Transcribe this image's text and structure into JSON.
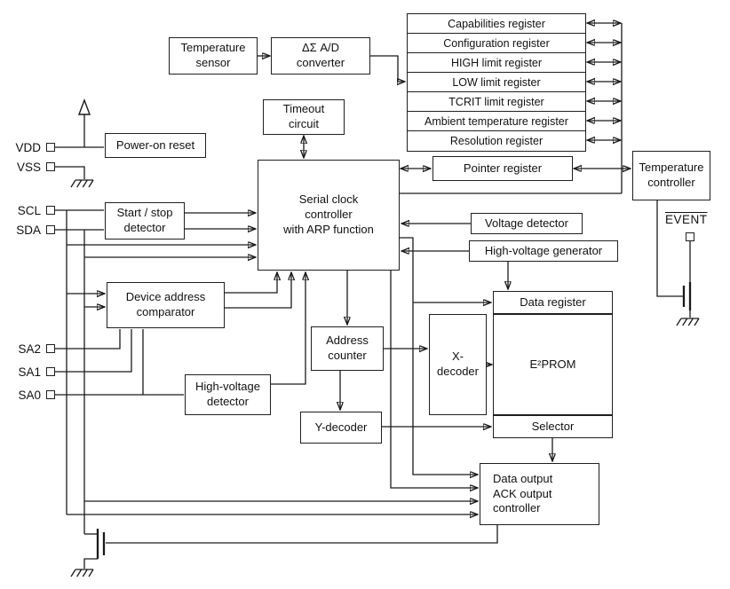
{
  "registers": [
    "Capabilities register",
    "Configuration register",
    "HIGH limit register",
    "LOW limit register",
    "TCRIT limit register",
    "Ambient temperature register",
    "Resolution register"
  ],
  "blocks": {
    "temp_sensor": "Temperature\nsensor",
    "ad_converter": "ΔΣ A/D\nconverter",
    "timeout": "Timeout\ncircuit",
    "power_on_reset": "Power-on reset",
    "pointer_register": "Pointer register",
    "temp_controller": "Temperature\ncontroller",
    "scc": "Serial clock\ncontroller\nwith ARP function",
    "start_stop": "Start / stop\ndetector",
    "voltage_detector": "Voltage detector",
    "hv_generator": "High-voltage generator",
    "comparator": "Device address\ncomparator",
    "data_register": "Data register",
    "address_counter": "Address\ncounter",
    "x_decoder": "X-\ndecoder",
    "eeprom": "E²PROM",
    "hv_detector": "High-voltage\ndetector",
    "y_decoder": "Y-decoder",
    "selector": "Selector",
    "doac": "Data output\nACK output\ncontroller"
  },
  "pins": [
    "VDD",
    "VSS",
    "SCL",
    "SDA",
    "SA2",
    "SA1",
    "SA0"
  ],
  "event_label": "EVENT",
  "colors": {
    "line": "#1a1a1a",
    "background": "#ffffff"
  }
}
